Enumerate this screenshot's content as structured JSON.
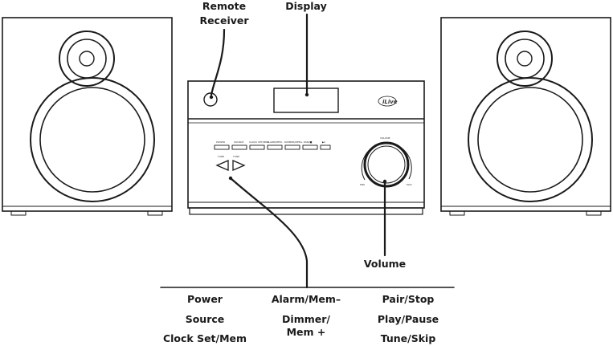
{
  "callouts": {
    "remote_receiver_line1": "Remote",
    "remote_receiver_line2": "Receiver",
    "display": "Display",
    "volume": "Volume"
  },
  "button_labels": {
    "col1": [
      "Power",
      "Source",
      "Clock Set/Mem"
    ],
    "col2": [
      "Alarm/Mem–",
      "Dimmer/",
      "Mem +"
    ],
    "col3": [
      "Pair/Stop",
      "Play/Pause",
      "Tune/Skip"
    ]
  },
  "device": {
    "brand": "iLive",
    "panel_buttons": [
      "POWER",
      "SOURCE",
      "CLOCK SET/MEM",
      "ALARM/MEM-",
      "DIMMER/MEM+",
      "PAIR/■",
      "▶II"
    ],
    "tune_labels": [
      "TUNE",
      "TUNE"
    ],
    "knob_label": "VOLUME",
    "knob_min": "MIN",
    "knob_max": "MAX"
  },
  "colors": {
    "ink": "#1a1a1a",
    "background": "#ffffff"
  }
}
